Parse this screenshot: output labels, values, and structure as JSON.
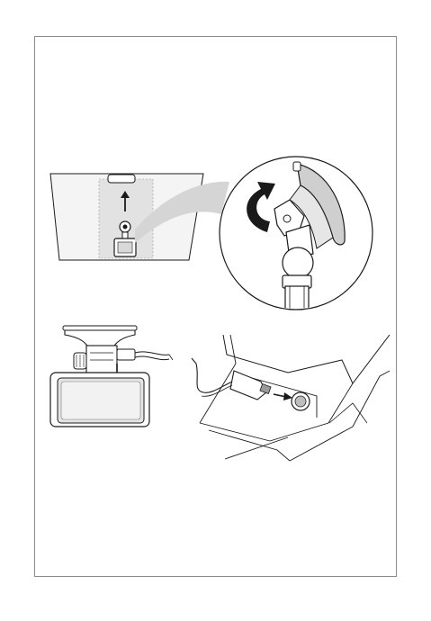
{
  "document": {
    "figures": [
      {
        "id": "windshield-mount-step",
        "panels": [
          "windshield-view",
          "zoom-detail"
        ]
      },
      {
        "id": "camera-connection-step",
        "panels": [
          "camera-front-view",
          "car-charger-socket"
        ]
      }
    ]
  },
  "icons": {
    "arrow-up": "arrow-up-icon",
    "rotate": "rotate-arrow-icon",
    "plug-in": "arrow-right-icon"
  },
  "colors": {
    "line": "#1a1a1a",
    "windshield_fill": "#f3f3f3",
    "shade": "#d7d7d7",
    "dark_shade": "#9a9a9a",
    "screen": "#e9e9e9"
  }
}
